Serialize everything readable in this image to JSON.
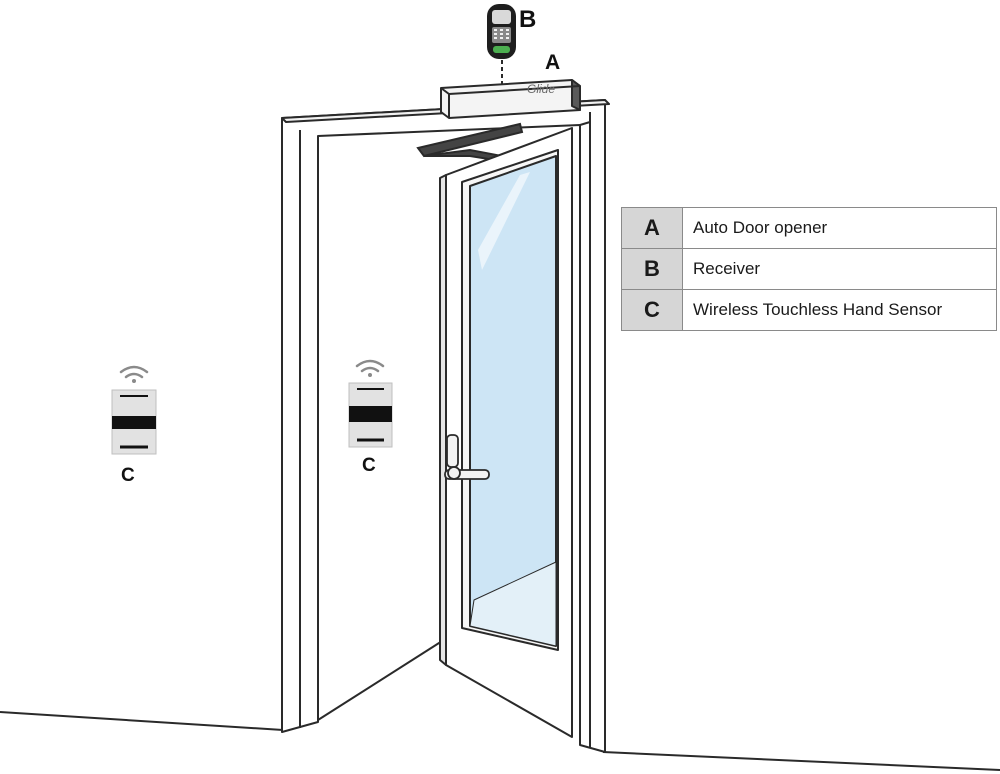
{
  "labels": {
    "a": "A",
    "b": "B",
    "c_left": "C",
    "c_center": "C"
  },
  "brand": "Glide",
  "legend": [
    {
      "key": "A",
      "description": "Auto Door opener"
    },
    {
      "key": "B",
      "description": "Receiver"
    },
    {
      "key": "C",
      "description": "Wireless Touchless Hand Sensor"
    }
  ],
  "colors": {
    "outline": "#2a2a2a",
    "glass": "#cde5f5",
    "legend_key_fill": "#d6d6d6",
    "sensor_body": "#e2e2e2",
    "sensor_band": "#111111"
  },
  "icons": {
    "sensor_signal": "wifi-signal-icon",
    "receiver": "receiver-keypad-icon"
  }
}
